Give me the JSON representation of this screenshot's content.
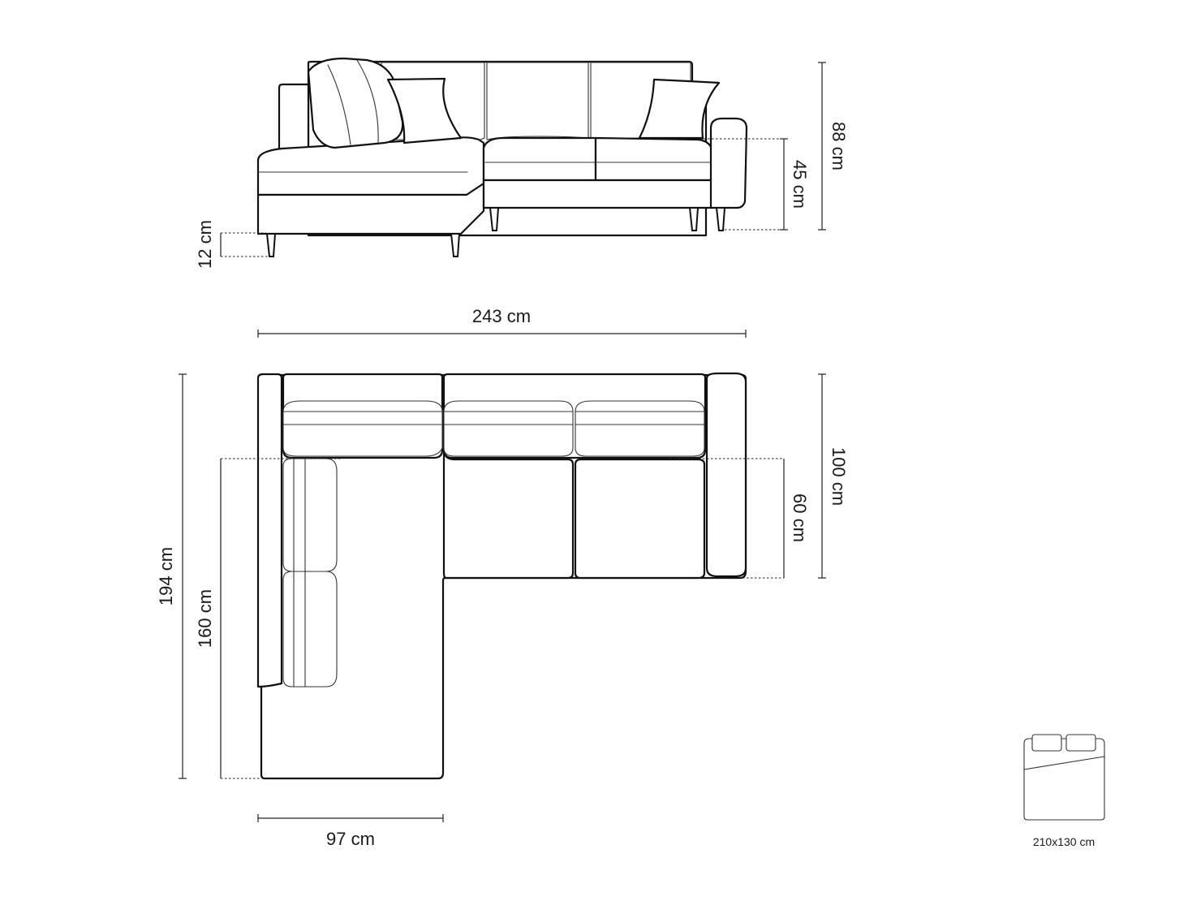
{
  "front_view": {
    "height_total": "88 cm",
    "seat_height": "45 cm",
    "leg_height": "12 cm"
  },
  "top_view": {
    "width": "243 cm",
    "depth_long": "194 cm",
    "depth_chaise": "160 cm",
    "depth_main": "100 cm",
    "seat_depth": "60 cm",
    "chaise_width": "97 cm"
  },
  "bed_icon": {
    "size": "210x130 cm"
  }
}
